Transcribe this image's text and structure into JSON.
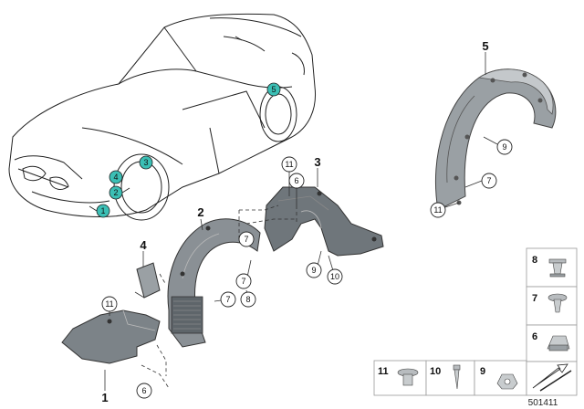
{
  "diagram": {
    "callouts": {
      "c1": "1",
      "c2": "2",
      "c3": "3",
      "c4": "4",
      "c5": "5",
      "c6a": "6",
      "c6b": "6",
      "c7a": "7",
      "c7b": "7",
      "c7c": "7",
      "c7d": "7",
      "c8": "8",
      "c9a": "9",
      "c9b": "9",
      "c10": "10",
      "c11a": "11",
      "c11b": "11",
      "c11c": "11"
    },
    "car_markers": [
      "1",
      "2",
      "4",
      "3",
      "5"
    ],
    "marker_color": "#3bbfb5",
    "legend": {
      "right": [
        "8",
        "7",
        "6"
      ],
      "bottom": [
        "11",
        "10",
        "9"
      ]
    },
    "reference_number": "501411"
  }
}
